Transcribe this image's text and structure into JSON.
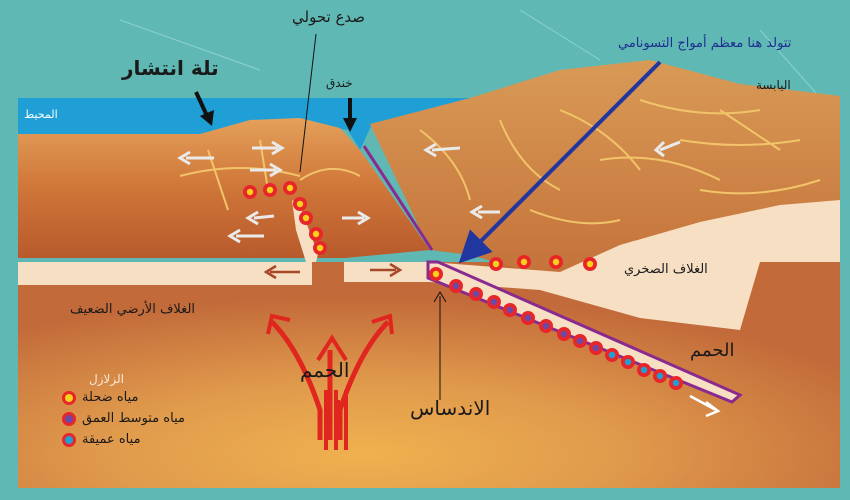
{
  "labels": {
    "transform_fault": "صدع تحولي",
    "spreading_ridge": "تلة انتشار",
    "trench": "خندق",
    "tsunami_note": "تتولد هنا معظم أمواج التسونامي",
    "ocean": "المحيط",
    "land": "اليابسة",
    "lithosphere": "الغلاف الصخري",
    "asthenosphere": "الغلاف الأرضي الضعيف",
    "magma_center": "الحمم",
    "magma_right": "الحمم",
    "subduction": "الاندساس"
  },
  "legend": {
    "title": "الزلازل",
    "items": [
      {
        "label": "مياه ضحلة",
        "outer": "#e8262a",
        "inner": "#f6d21a"
      },
      {
        "label": "مياه متوسط العمق",
        "outer": "#e8262a",
        "inner": "#6a4aa8"
      },
      {
        "label": "مياه عميقة",
        "outer": "#e8262a",
        "inner": "#1f9fd6"
      }
    ]
  },
  "colors": {
    "sea_bg": "#5fb8b4",
    "ocean_water": "#1f9fd6",
    "crust": "#d07a3a",
    "mantle": "#d98a48",
    "lithosphere_plate": "#f7dfc3",
    "magma_red": "#e0261e",
    "slab_purple": "#8a2a8e",
    "tsunami_arrow": "#2236a0"
  }
}
